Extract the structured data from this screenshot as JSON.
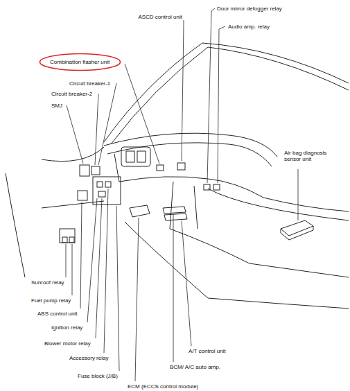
{
  "diagram": {
    "nodes": [
      {
        "text": [
          "Combination flasher unit"
        ]
      }
    ],
    "labels": [
      "ASCD control unit",
      "Door mirror defogger relay",
      "Audio amp. relay",
      "Circuit breaker-1",
      "Circuit breaker-2",
      "SMJ",
      "Air bag diagnosis sensor unit",
      "Sunroof relay",
      "Fuel pump relay",
      "ABS control unit",
      "Ignition relay",
      "Blower motor relay",
      "Accessory relay",
      "Fuse block (J/B)",
      "ECM (ECCS control module)",
      "BCM/ A/C auto amp.",
      "A/T control unit"
    ]
  }
}
